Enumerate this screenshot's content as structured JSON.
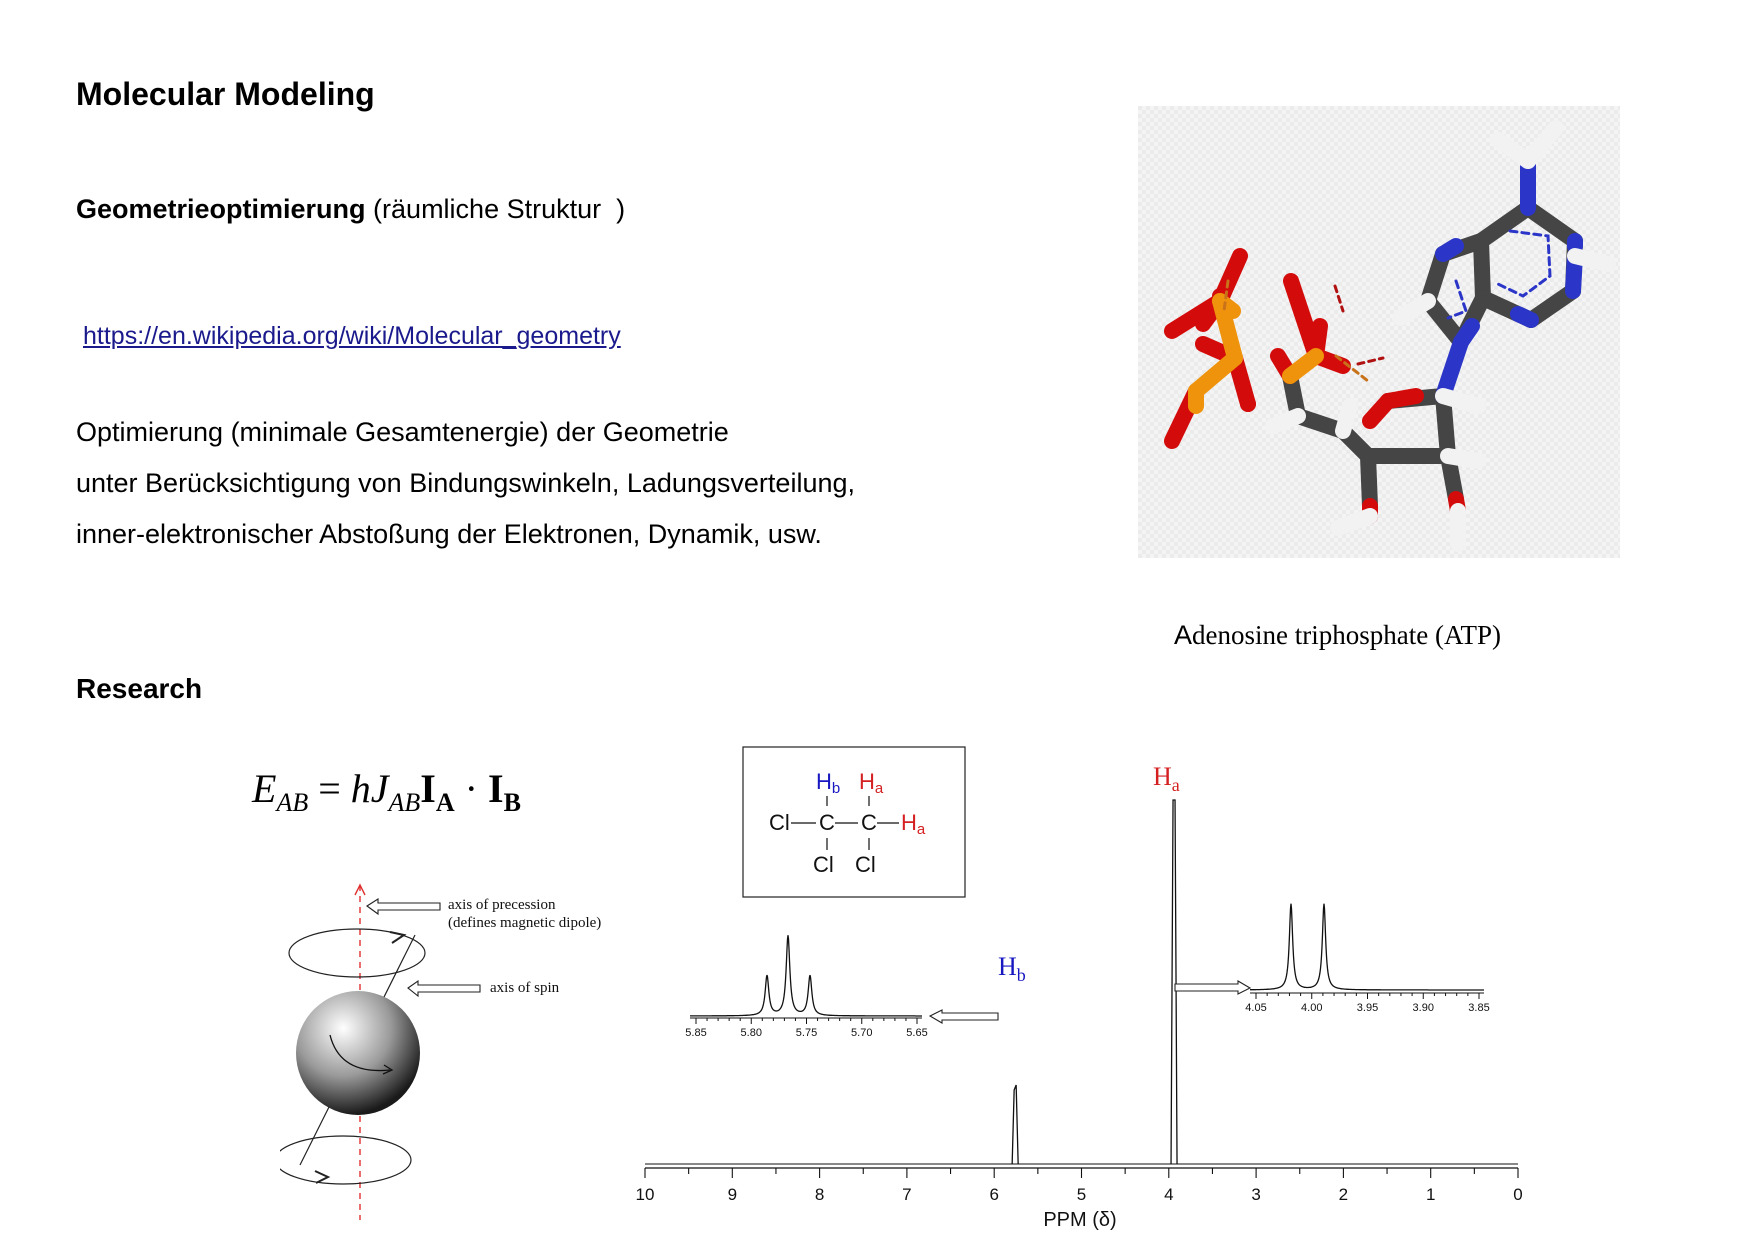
{
  "title": "Molecular Modeling",
  "geometry": {
    "bold": "Geometrieoptimierung",
    "rest": " (räumliche Struktur  )"
  },
  "link": "https://en.wikipedia.org/wiki/Molecular_geometry",
  "paragraph": [
    "Optimierung (minimale Gesamtenergie) der Geometrie",
    "unter Berücksichtigung von Bindungswinkeln, Ladungsverteilung,",
    "inner-elektronischer Abstoßung der Elektronen, Dynamik, usw."
  ],
  "atp": {
    "caption_first": "A",
    "caption_rest": "denosine triphosphate (ATP)"
  },
  "research": "Research",
  "formula": {
    "E": "E",
    "AB": "AB",
    "eq": " = ",
    "h": "h",
    "J": "J",
    "I": "I",
    "A": "A",
    "dot": " · ",
    "B": "B"
  },
  "spin": {
    "precession_1": "axis of precession",
    "precession_2": "(defines magnetic dipole)",
    "spin_axis": "axis of spin"
  },
  "nmr": {
    "peak_a": "H",
    "sub_a": "a",
    "peak_b": "H",
    "sub_b": "b",
    "xlabel": "PPM (δ)",
    "main_ticks": [
      "10",
      "9",
      "8",
      "7",
      "6",
      "5",
      "4",
      "3",
      "2",
      "1",
      "0"
    ],
    "inset_left_ticks": [
      "5.85",
      "5.80",
      "5.75",
      "5.70",
      "5.65"
    ],
    "inset_right_ticks": [
      "4.05",
      "4.00",
      "3.95",
      "3.90",
      "3.85"
    ],
    "molecule": {
      "Hb": "H",
      "b": "b",
      "Ha": "H",
      "a": "a",
      "Cl1": "Cl",
      "C1": "C",
      "C2": "C",
      "Ha2": "H",
      "a2": "a",
      "Cl2": "Cl",
      "Cl3": "Cl"
    }
  },
  "colors": {
    "link": "#1a1a8c",
    "Ha": "#d42020",
    "Hb": "#1818c0",
    "phosphorus": "#f0930c",
    "oxygen": "#d40b0b",
    "nitrogen": "#2b36c8",
    "carbon": "#404040"
  }
}
